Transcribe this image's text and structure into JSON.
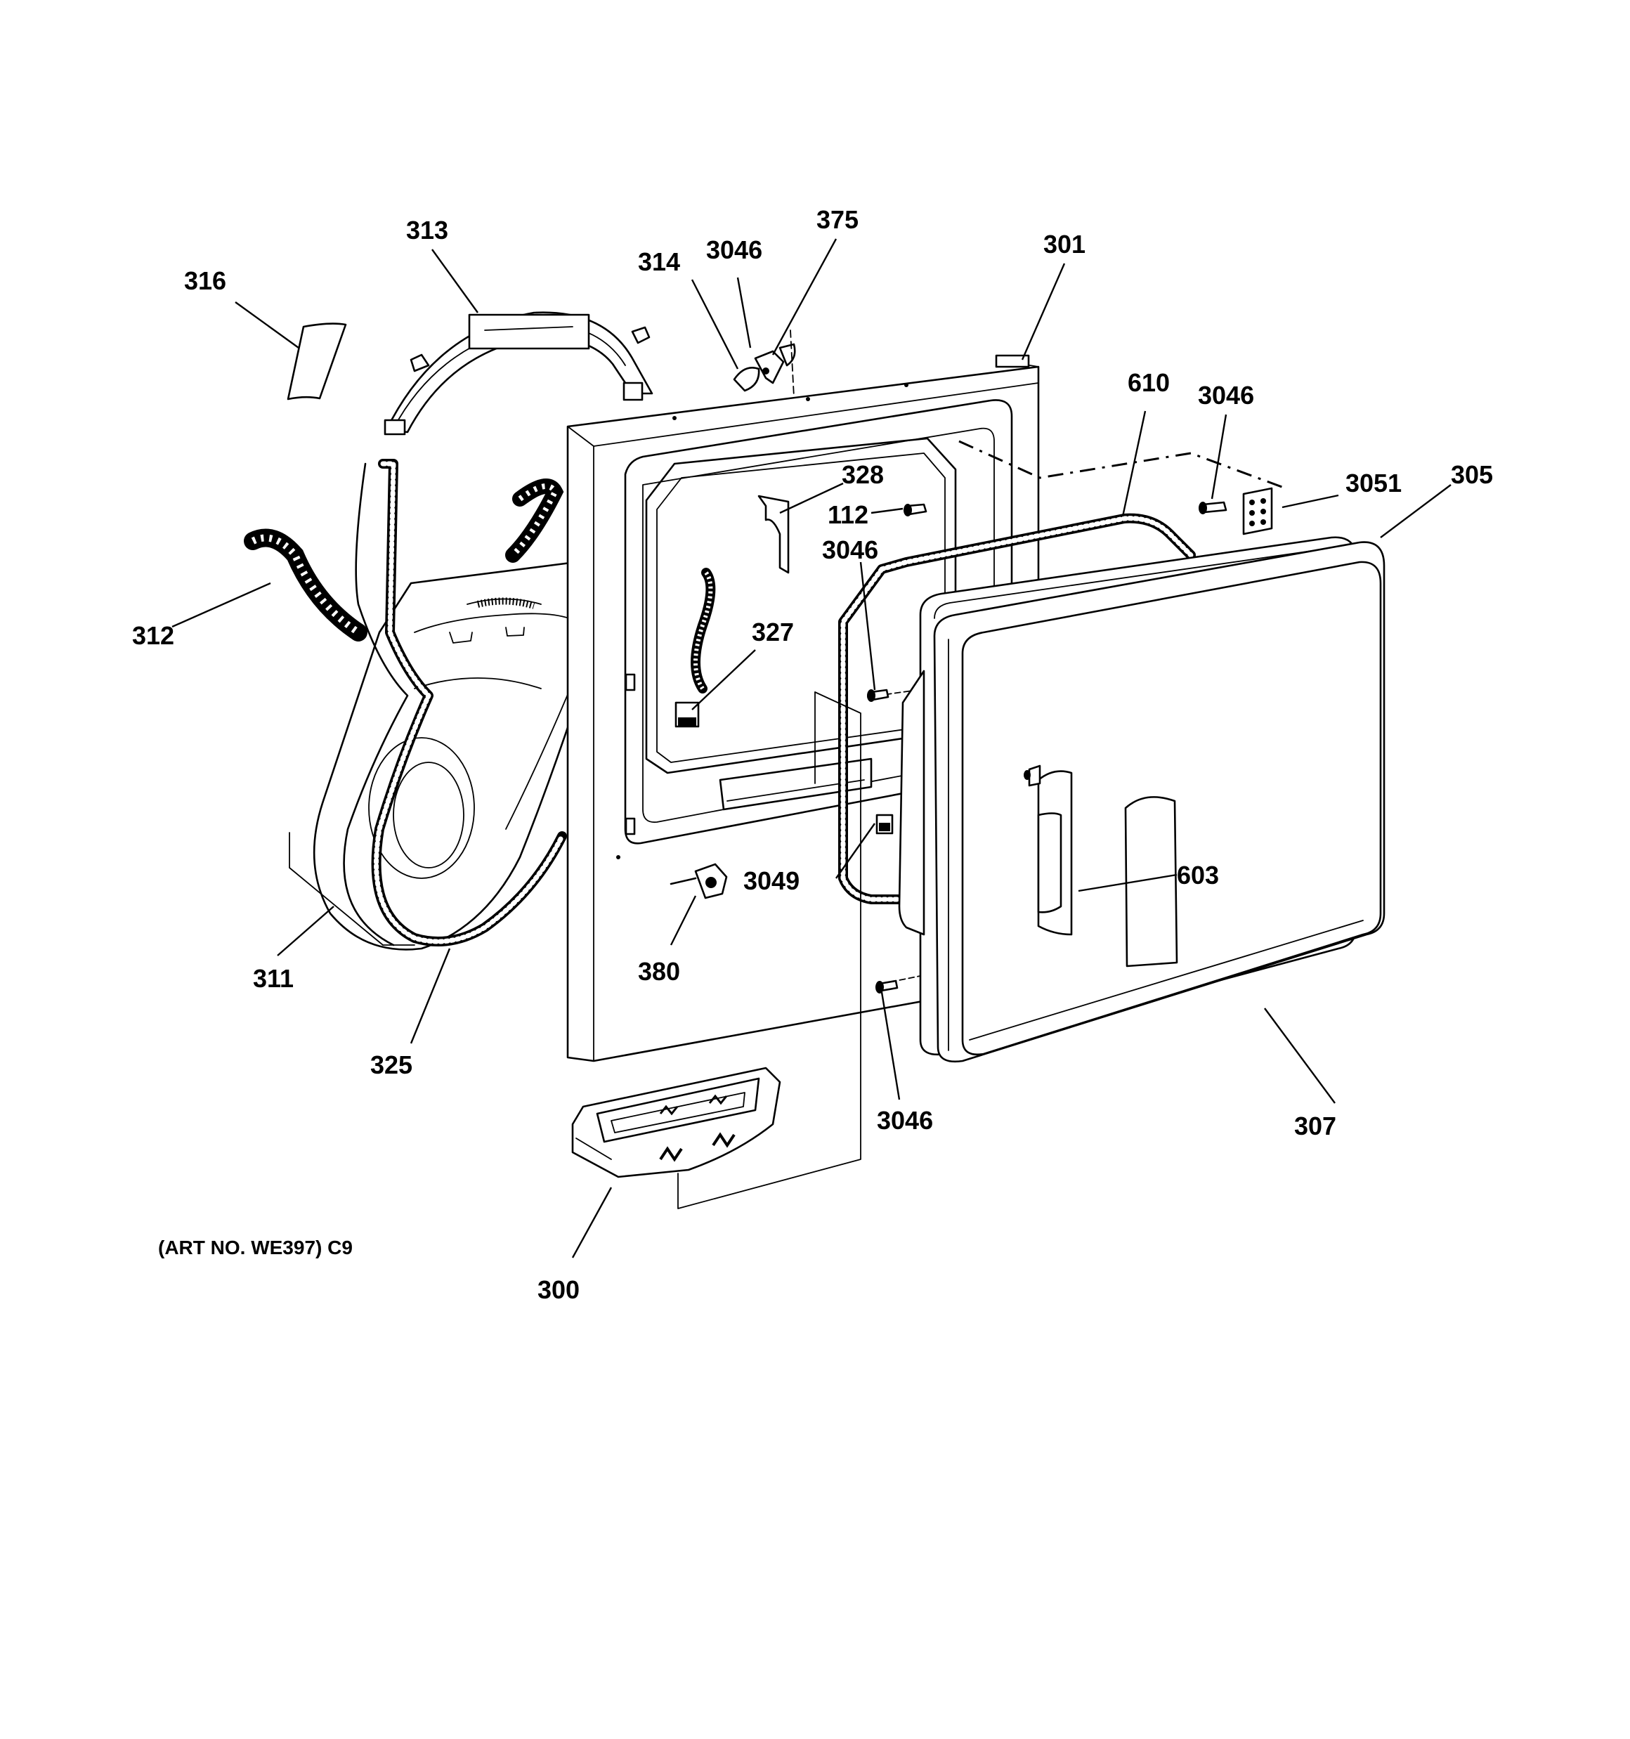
{
  "art_note": "(ART NO. WE397) C9",
  "callouts": {
    "c316": "316",
    "c313": "313",
    "c314": "314",
    "c3046_top": "3046",
    "c375": "375",
    "c301": "301",
    "c610": "610",
    "c3046_right": "3046",
    "c3051": "3051",
    "c305": "305",
    "c328": "328",
    "c112": "112",
    "c3046_mid": "3046",
    "c312": "312",
    "c327": "327",
    "c603": "603",
    "c3049": "3049",
    "c380": "380",
    "c311": "311",
    "c325": "325",
    "c3046_bottom": "3046",
    "c307": "307",
    "c300": "300"
  }
}
